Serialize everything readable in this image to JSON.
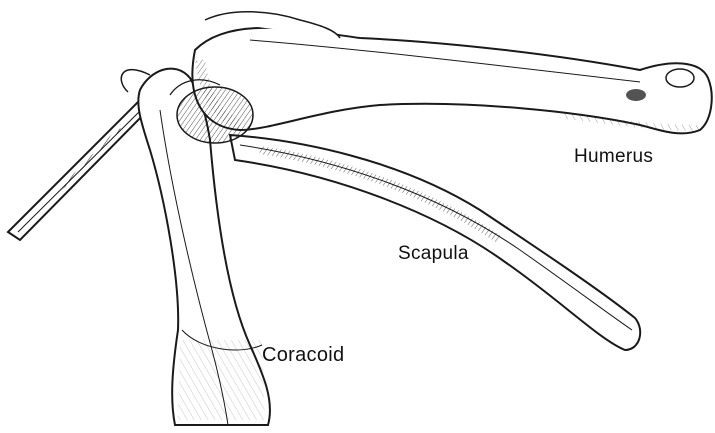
{
  "labels": {
    "humerus": "Humerus",
    "scapula": "Scapula",
    "coracoid": "Coracoid"
  },
  "colors": {
    "ink": "#1a1a1a",
    "paper": "#ffffff"
  }
}
